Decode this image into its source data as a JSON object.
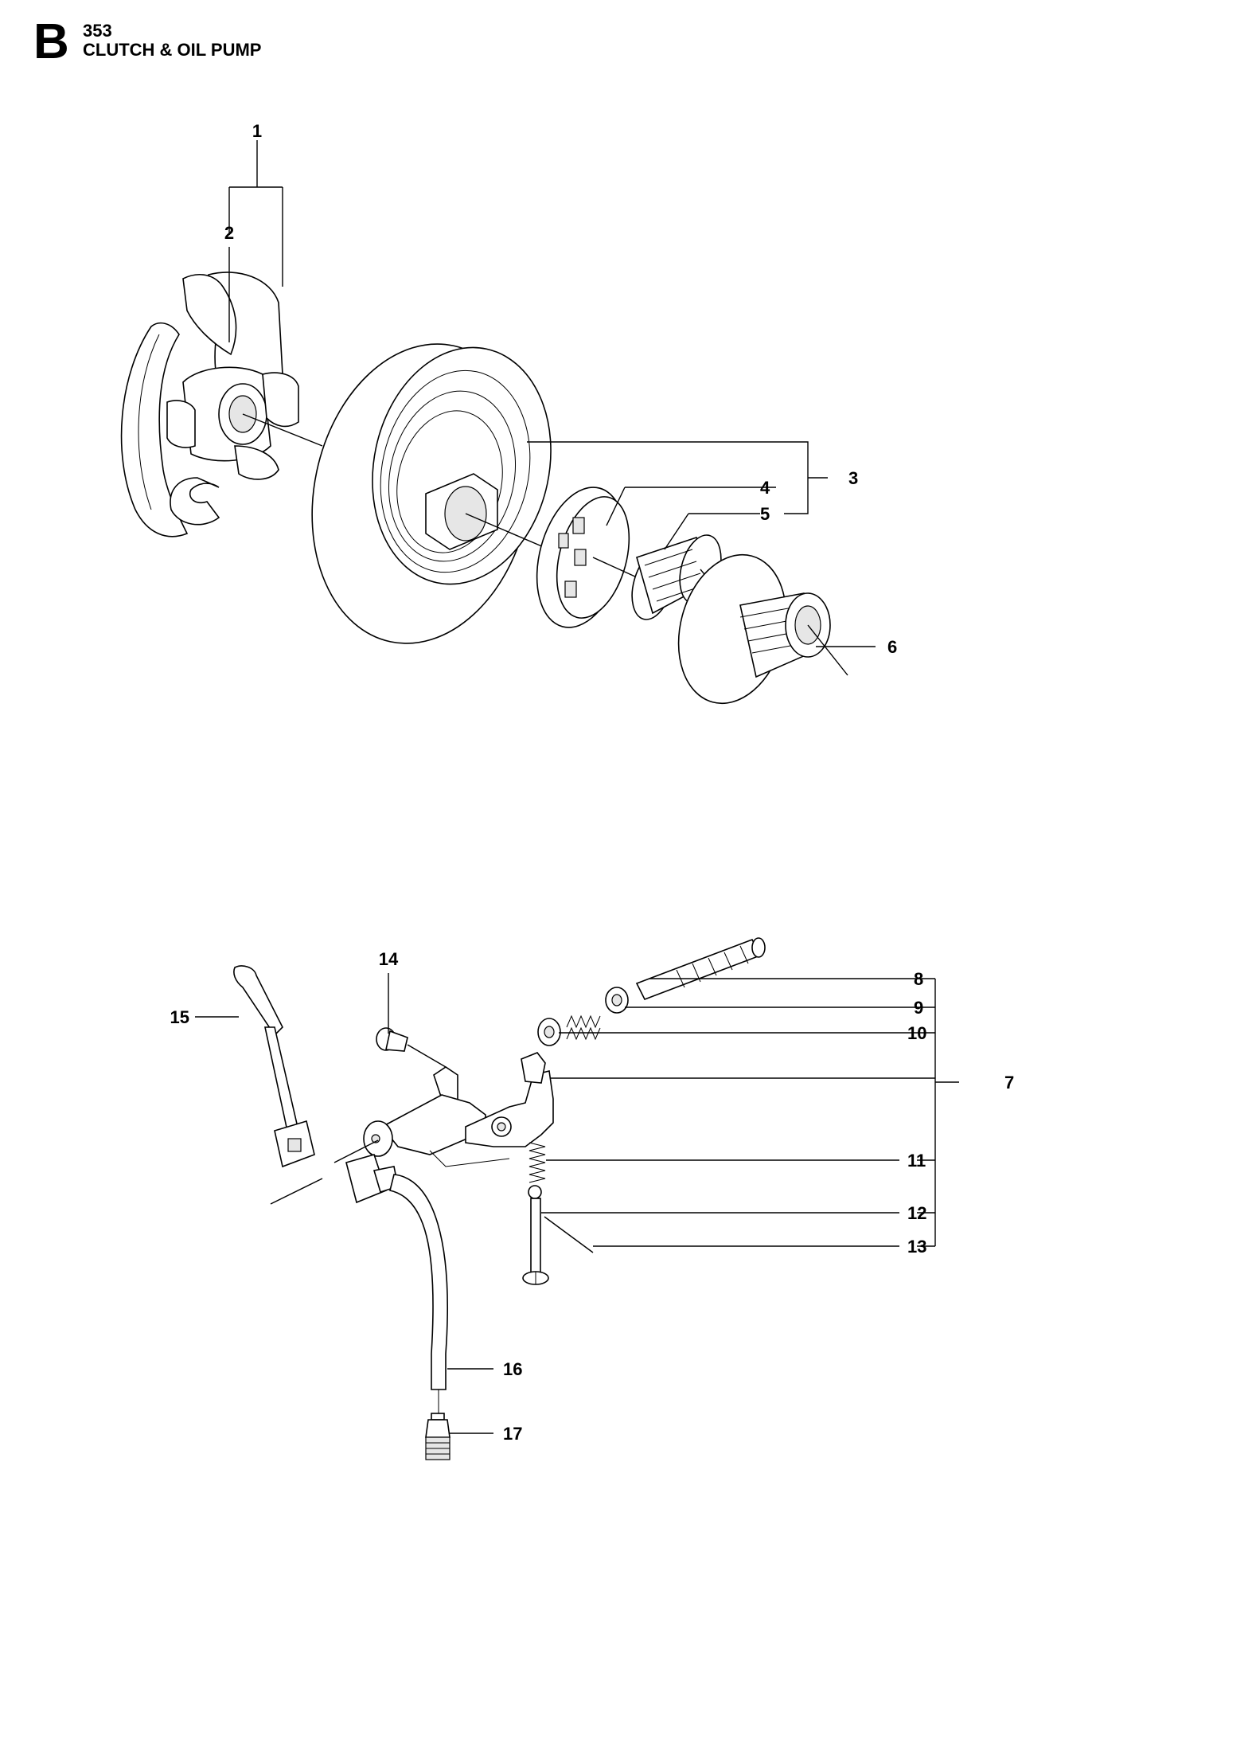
{
  "header": {
    "section_letter": "B",
    "model_number": "353",
    "title": "CLUTCH & OIL PUMP"
  },
  "callouts": {
    "c1": "1",
    "c2": "2",
    "c3": "3",
    "c4": "4",
    "c5": "5",
    "c6": "6",
    "c7": "7",
    "c8": "8",
    "c9": "9",
    "c10": "10",
    "c11": "11",
    "c12": "12",
    "c13": "13",
    "c14": "14",
    "c15": "15",
    "c16": "16",
    "c17": "17"
  }
}
